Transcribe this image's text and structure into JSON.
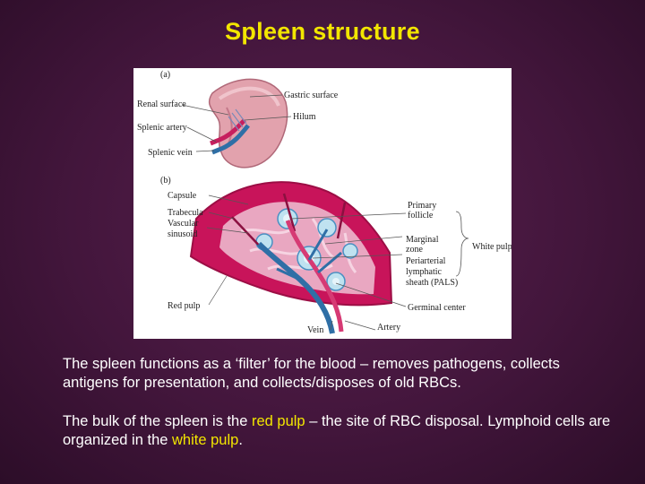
{
  "slide": {
    "title": "Spleen structure",
    "colors": {
      "background": "#43163c",
      "title": "#f2e600",
      "text": "#ffffff",
      "highlight": "#f2e600"
    }
  },
  "figure": {
    "panel_a": {
      "tag": "(a)",
      "labels": {
        "renal_surface": "Renal surface",
        "splenic_artery": "Splenic artery",
        "splenic_vein": "Splenic vein",
        "gastric_surface": "Gastric surface",
        "hilum": "Hilum"
      }
    },
    "panel_b": {
      "tag": "(b)",
      "labels": {
        "capsule": "Capsule",
        "trabecula": "Trabecula",
        "vascular_sinusoid_1": "Vascular",
        "vascular_sinusoid_2": "sinusoid",
        "red_pulp": "Red pulp",
        "vein": "Vein",
        "artery": "Artery",
        "primary_follicle_1": "Primary",
        "primary_follicle_2": "follicle",
        "marginal_zone_1": "Marginal",
        "marginal_zone_2": "zone",
        "pals_1": "Periarterial",
        "pals_2": "lymphatic",
        "pals_3": "sheath (PALS)",
        "germinal_center": "Germinal center",
        "white_pulp": "White pulp"
      }
    }
  },
  "text": {
    "paragraph1": "The spleen functions as a ‘filter’ for the blood – removes pathogens, collects antigens for presentation, and collects/disposes of old RBCs.",
    "p2_part1": "The bulk of the spleen is the ",
    "p2_red_pulp": "red pulp",
    "p2_part2": " – the site of RBC disposal. Lymphoid cells are organized in the ",
    "p2_white_pulp": "white pulp",
    "p2_part3": "."
  }
}
